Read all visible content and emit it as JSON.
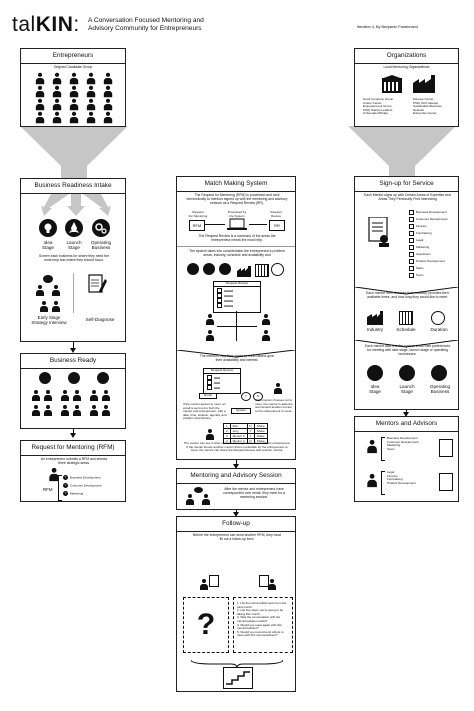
{
  "header": {
    "logo_tal": "tal",
    "logo_kin": "KIN",
    "logo_colon": ":",
    "subtitle_line1": "A Conversation Focused Mentoring and",
    "subtitle_line2": "Advisory Community for Entrepreneurs",
    "credit": "Iteration 4, By Benjamin Farahmand"
  },
  "entrepreneurs": {
    "title": "Entrepreneurs",
    "caption": "Original Candidate Group"
  },
  "organizations": {
    "title": "Organizations",
    "caption": "Local Mentoring Organizations",
    "col1": [
      "Good Company Group",
      "Cotton Center",
      "Empowerment Group",
      "Philly Startup Leaders",
      "Unbounded Bridge"
    ],
    "col2": [
      "Science Center",
      "Philly Tech Meetup",
      "Sustainable Business",
      "Network",
      "Enterprise Center"
    ]
  },
  "intake": {
    "title": "Business Readiness Intake",
    "stages": [
      "Idea\nStage",
      "Launch\nStage",
      "Operating\nBusiness"
    ],
    "screen_text": "Screen each business for where they need the most help and where they should focus.",
    "early_label": "Early Stage\nStrategy Interview",
    "self_label": "Self-Diagnose"
  },
  "ready": {
    "title": "Business Ready"
  },
  "rfm": {
    "title": "Request for Mentoring (RFM)",
    "text": "An entrepreneur submits a RFM and selects three strategic areas.",
    "prefix": "RFM",
    "items": [
      "Business Development",
      "Customer Development",
      "Marketing"
    ]
  },
  "match": {
    "title": "Match Making System",
    "intro": "The Request for Mentoring (RFM) is processed and sent electronically to mentors signed up with the mentoring and advisory network as a Request Review (RR).",
    "flow_left": "Request\nFor Mentoring",
    "flow_mid": "Processed by\nthe System",
    "flow_right": "Request\nReview",
    "rfm": "RFM",
    "rr": "RR",
    "summary": "The Request Review is a summary of the areas the entrepreneur needs the most help.",
    "criteria": "The system takes into consideration the entrepreneur's problem areas, industry, schedule and availability and",
    "request_review": "Request Review",
    "request_review2": "Request Review",
    "mentors_meet": "The mentors may then agree to meet based upon their availability and interest.",
    "email": "Email",
    "system": "System",
    "agree_text": "If the mentor agrees to meet, an email is sent out to both the mentor and entrepreneur, with a date, time, location, agenda, and problem descriptions.",
    "decline_text": "If the mentor chooses not to meet, the mentor is asked to recommend another mentor to the entrepreneur to meet.",
    "yn_y": "Y",
    "yn_n": "N",
    "table": [
      [
        "1",
        "Bob",
        "N",
        "Share"
      ],
      [
        "2",
        "Amy",
        "Y",
        "Share"
      ],
      [
        "3",
        "Mentor 3",
        "Y",
        "Share"
      ],
      [
        "4",
        "Mentor 4",
        "N",
        "Share"
      ]
    ],
    "footer": "The mentor can see if other mentors have agreed to meet with the entrepreneur. If the mentor knows another mentor that is preferable for the entrepreneur to meet, the mentor can share the Request Review with another mentor."
  },
  "signup": {
    "title": "Sign-up for Service",
    "text": "Each Mentor signs up with Certain Areas of Expertise and Areas They Personally Find Interesting",
    "areas": [
      "Business Development",
      "Customer Development",
      "Finance",
      "Fundraising",
      "Legal",
      "Marketing",
      "Operations",
      "Product Development",
      "Sales",
      "Team"
    ],
    "constraints_text": "Each mentor then chooses their industry, provides their available times, and how long they would like to meet.",
    "constraints": [
      "Industry",
      "Schedule",
      "Duration"
    ],
    "prefer_text": "Each mentor also lets the system know their preferences for meeting with idea stage, launch stage or operating businesses.",
    "stages": [
      "Idea\nStage",
      "Launch\nStage",
      "Operating\nBusiness"
    ]
  },
  "mentors": {
    "title": "Mentors and Advisors",
    "list1": [
      "Business Development",
      "Customer Development",
      "Marketing",
      "Team"
    ],
    "list2": [
      "Legal",
      "Finance",
      "Fundraising",
      "Product Development"
    ]
  },
  "session": {
    "title": "Mentoring and Advisory Session",
    "text": "After the mentor and entrepreneur have corresponded over email, they meet for a mentoring session."
  },
  "followup": {
    "title": "Follow-up",
    "text": "Before the entrepreneur can send another RFM, they must fill out a follow-up form.",
    "questions": [
      "1. List five accomplishments from the past month.",
      "2. List five steps you're going to be taking this month.",
      "3. Was the conversation with the mentor/advisor useful?",
      "4. Would you meet again with this mentor/advisor?",
      "5. Would you recommend others to meet with this mentor/advisor?"
    ]
  }
}
